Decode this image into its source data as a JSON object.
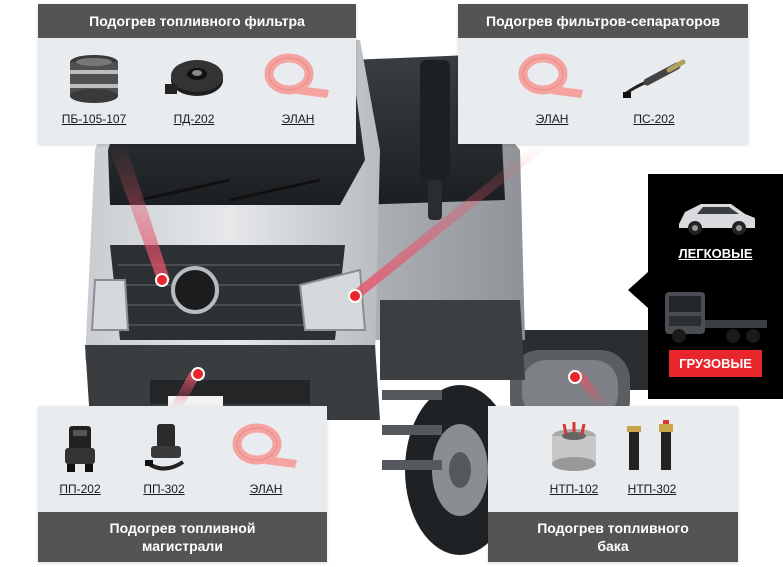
{
  "panels": {
    "filter": {
      "title": "Подогрев топливного фильтра",
      "items": [
        {
          "label": "ПБ-105-107",
          "icon": "band-heater-icon"
        },
        {
          "label": "ПД-202",
          "icon": "disc-heater-icon"
        },
        {
          "label": "ЭЛАН",
          "icon": "heating-tape-icon"
        }
      ]
    },
    "separator": {
      "title": "Подогрев фильтров-сепараторов",
      "items": [
        {
          "label": "ЭЛАН",
          "icon": "heating-tape-icon"
        },
        {
          "label": "ПС-202",
          "icon": "rod-heater-icon"
        }
      ]
    },
    "line": {
      "title": "Подогрев топливной магистрали",
      "items": [
        {
          "label": "ПП-202",
          "icon": "inline-heater-icon"
        },
        {
          "label": "ПП-302",
          "icon": "inline-heater-pump-icon"
        },
        {
          "label": "ЭЛАН",
          "icon": "heating-tape-icon"
        }
      ]
    },
    "tank": {
      "title": "Подогрев топливного бака",
      "items": [
        {
          "label": "НТП-102",
          "icon": "tank-ring-heater-icon"
        },
        {
          "label": "НТП-302",
          "icon": "tank-probe-heater-icon"
        }
      ]
    }
  },
  "categories": {
    "light": {
      "label": "ЛЕГКОВЫЕ",
      "icon": "car-icon"
    },
    "truck": {
      "label": "ГРУЗОВЫЕ",
      "icon": "truck-icon",
      "active": true
    }
  },
  "colors": {
    "panel_header": "#545454",
    "panel_body": "#e9ecef",
    "accent_red": "#e8262c",
    "pointer_red": "#e0485a",
    "switcher_bg": "#000000"
  }
}
